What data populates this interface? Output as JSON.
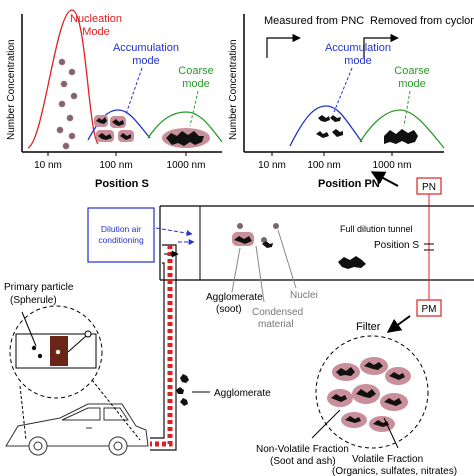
{
  "left_chart": {
    "ylabel": "Number Concentration",
    "xticks": [
      "10 nm",
      "100 nm",
      "1000 nm"
    ],
    "xlabel": "Position S",
    "modes": {
      "nucleation": [
        "Nucleation",
        "Mode"
      ],
      "accumulation": [
        "Accumulation",
        "mode"
      ],
      "coarse": [
        "Coarse",
        "mode"
      ]
    }
  },
  "right_chart": {
    "ylabel": "Number Concentration",
    "xticks": [
      "10 nm",
      "100 nm",
      "1000 nm"
    ],
    "xlabel": "Position PN",
    "measured": "Measured from PNC",
    "removed": "Removed from cyclone",
    "modes": {
      "accumulation": [
        "Accumulation",
        "mode"
      ],
      "coarse": [
        "Coarse",
        "mode"
      ]
    }
  },
  "schematic": {
    "dilution_box": [
      "Dilution air",
      "conditioning"
    ],
    "tunnel": "Full dilution tunnel",
    "position_s": "Position S",
    "pn": "PN",
    "pm": "PM",
    "filter": "Filter",
    "agglomerate_soot": [
      "Agglomerate",
      "(soot)"
    ],
    "condensed": [
      "Condensed",
      "material"
    ],
    "nuclei": "Nuclei",
    "primary_particle": [
      "Primary particle",
      "(Spherule)"
    ],
    "agglomerate": "Agglomerate",
    "nonvolatile": [
      "Non-Volatile Fraction",
      "(Soot and ash)"
    ],
    "volatile": [
      "Volatile Fraction",
      "(Organics, sulfates, nitrates)"
    ]
  },
  "colors": {
    "nucleation": "#e02020",
    "accumulation": "#2233cc",
    "coarse": "#2a9a2a",
    "box_red": "#e02020",
    "box_blue": "#2233cc",
    "pink": "#c98f9a",
    "brown": "#6b2418"
  }
}
